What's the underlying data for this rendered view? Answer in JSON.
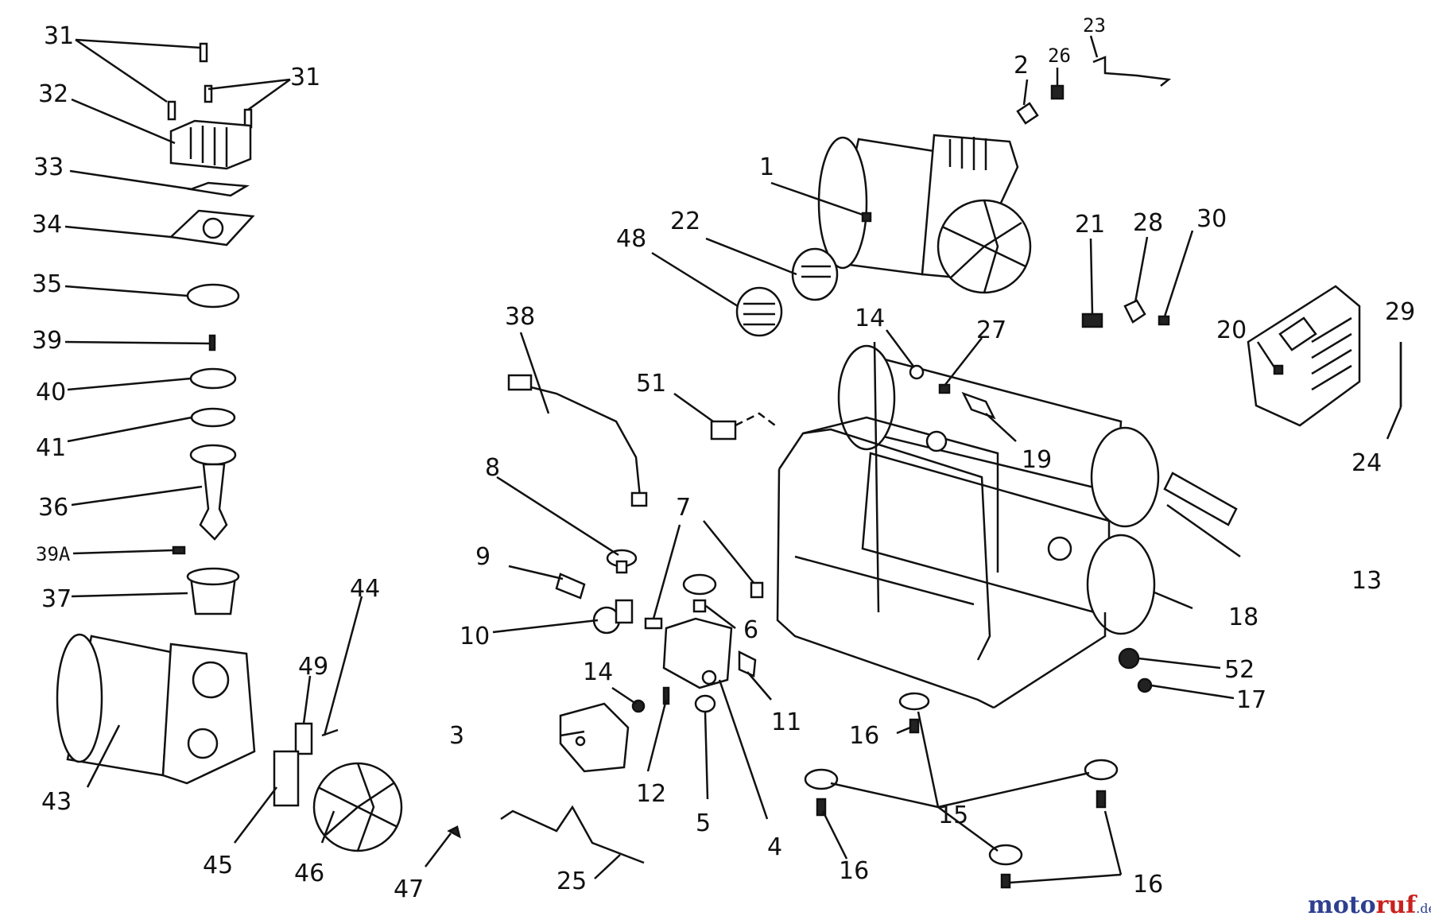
{
  "labels": {
    "p1": "1",
    "p2": "2",
    "p3": "3",
    "p4": "4",
    "p5": "5",
    "p6": "6",
    "p7": "7",
    "p8": "8",
    "p9": "9",
    "p10": "10",
    "p11": "11",
    "p12": "12",
    "p13": "13",
    "p14": "14",
    "p15": "15",
    "p16": "16",
    "p17": "17",
    "p18": "18",
    "p19": "19",
    "p20": "20",
    "p21": "21",
    "p22": "22",
    "p23": "23",
    "p24": "24",
    "p25": "25",
    "p26": "26",
    "p27": "27",
    "p28": "28",
    "p29": "29",
    "p30": "30",
    "p31": "31",
    "p32": "32",
    "p33": "33",
    "p34": "34",
    "p35": "35",
    "p36": "36",
    "p37": "37",
    "p38": "38",
    "p39": "39",
    "p39a": "39A",
    "p40": "40",
    "p41": "41",
    "p43": "43",
    "p44": "44",
    "p45": "45",
    "p46": "46",
    "p47": "47",
    "p48": "48",
    "p49": "49",
    "p51": "51",
    "p52": "52"
  },
  "watermark": {
    "part_a": "moto",
    "part_b": "ruf",
    "part_c": ".de"
  }
}
